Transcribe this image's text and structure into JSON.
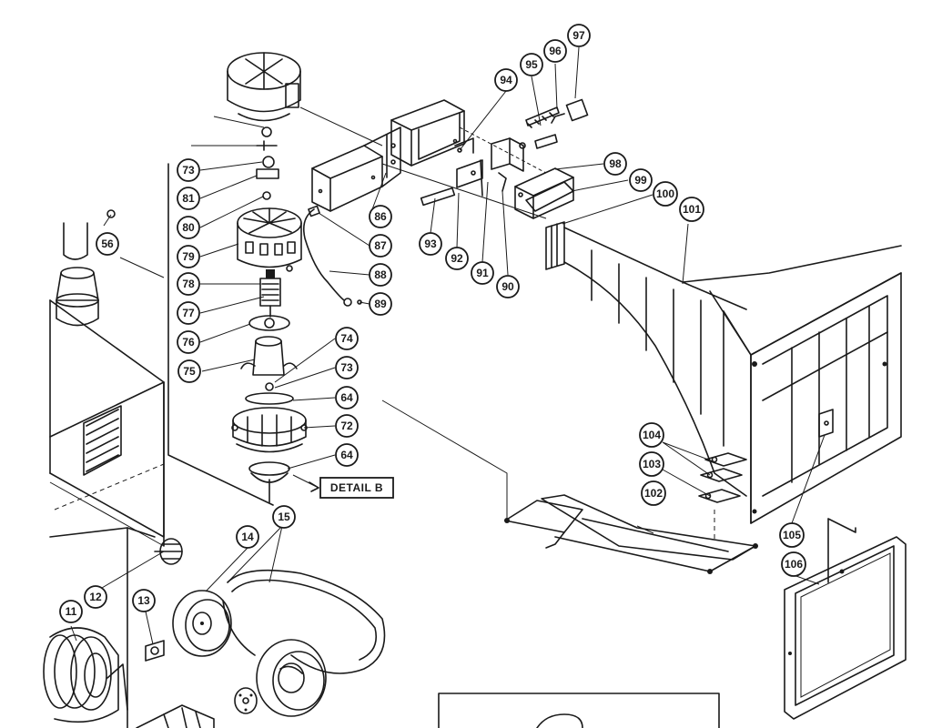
{
  "diagram": {
    "ink_color": "#1a1a1a",
    "background": "#ffffff",
    "detail_label": "DETAIL B",
    "callouts": [
      "11",
      "12",
      "13",
      "14",
      "15",
      "56",
      "64",
      "64",
      "72",
      "73",
      "73",
      "74",
      "75",
      "76",
      "77",
      "78",
      "79",
      "80",
      "81",
      "86",
      "87",
      "88",
      "89",
      "90",
      "91",
      "92",
      "93",
      "94",
      "95",
      "96",
      "97",
      "98",
      "99",
      "100",
      "101",
      "102",
      "103",
      "104",
      "105",
      "106"
    ]
  }
}
